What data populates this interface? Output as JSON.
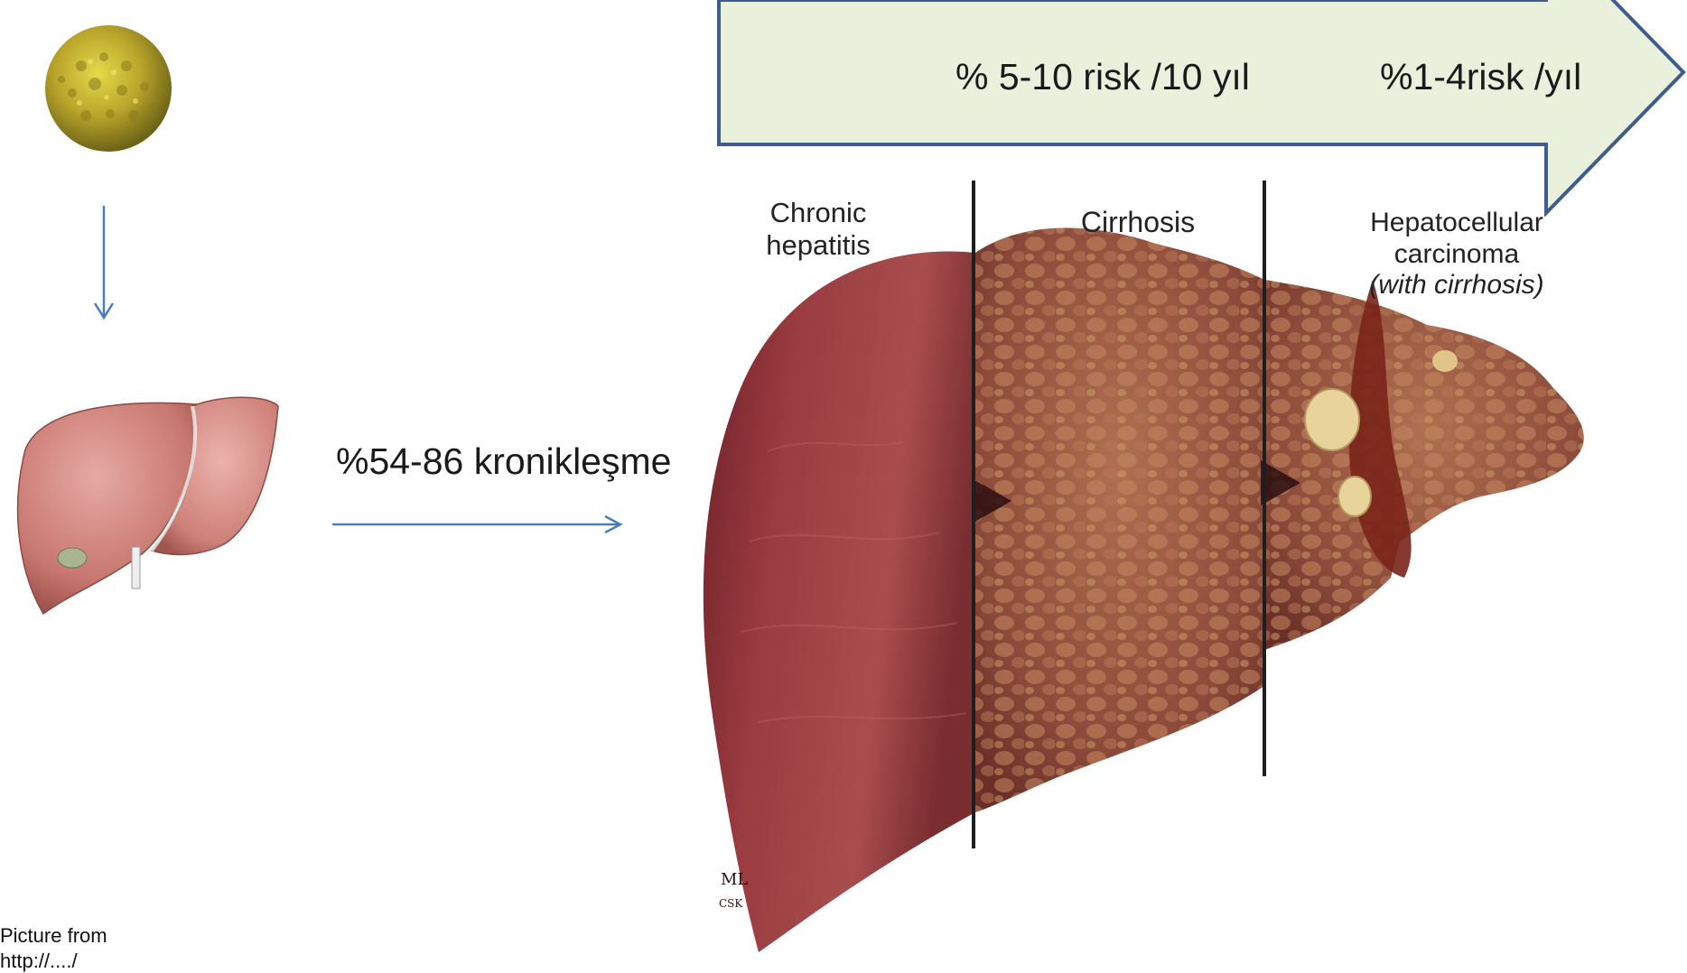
{
  "banner": {
    "risk_cirrhosis": "% 5-10 risk /10 yıl",
    "risk_hcc": "%1-4risk /yıl",
    "fill_color": "#e9f0dc",
    "stroke_color": "#3d5d8c"
  },
  "chronicity": {
    "label": "%54-86 kronikleşme",
    "arrow_color": "#4a7ebb"
  },
  "figure": {
    "stage_1": [
      "Chronic",
      "hepatitis"
    ],
    "stage_2": "Cirrhosis",
    "stage_3": [
      "Hepatocellular",
      "carcinoma",
      "(with cirrhosis)"
    ]
  },
  "credit": {
    "line_1": "Picture from",
    "line_2": "http://..../"
  }
}
